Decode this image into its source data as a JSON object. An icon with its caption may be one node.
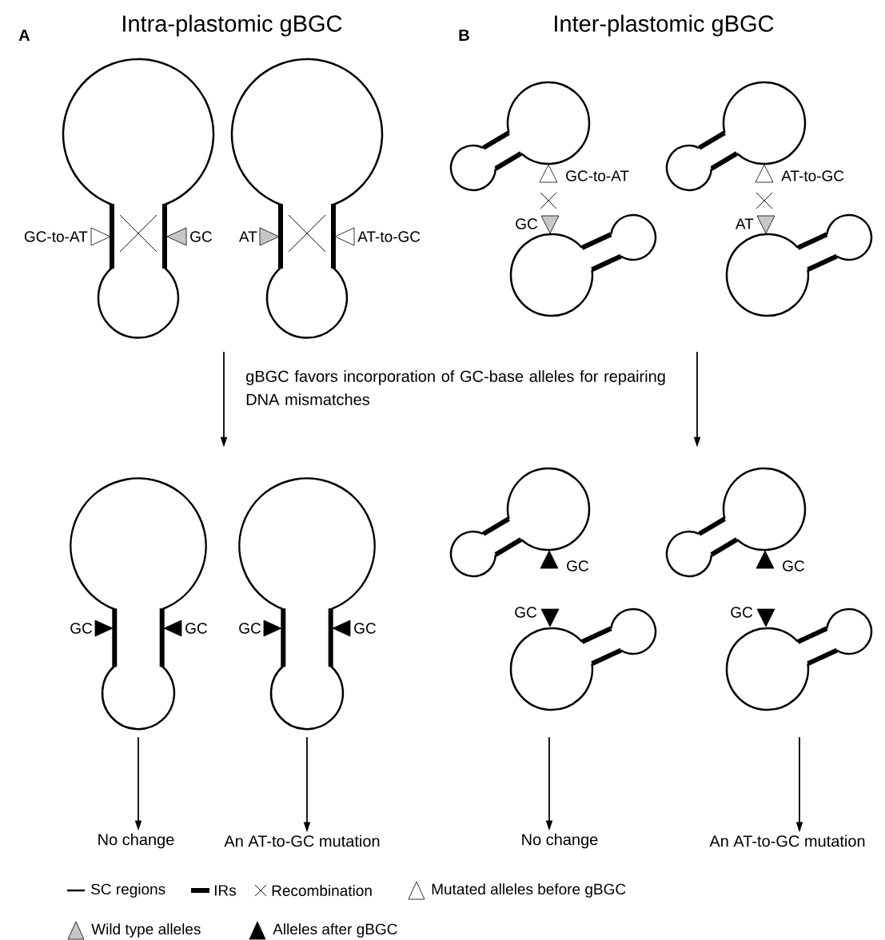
{
  "diagram": {
    "nodes": [
      {
        "text": [],
        "shape": "picture"
      },
      {
        "text": [],
        "shape": "picture"
      },
      {
        "text": [],
        "shape": "picture"
      },
      {
        "text": [],
        "shape": "picture"
      },
      {
        "text": [
          "No change"
        ]
      },
      {
        "text": [
          "An AT-to-GC mutation"
        ]
      },
      {
        "text": [
          "No change"
        ]
      },
      {
        "text": [
          "An AT-to-GC mutation"
        ]
      }
    ],
    "edges": [
      {
        "from": 0,
        "to": 1,
        "arrow": "to"
      },
      {
        "from": 1,
        "to": 4,
        "arrow": "to"
      },
      {
        "from": 1,
        "to": 5,
        "arrow": "to"
      },
      {
        "from": 2,
        "to": 3,
        "arrow": "to"
      },
      {
        "from": 3,
        "to": 6,
        "arrow": "to"
      },
      {
        "from": 3,
        "to": 7,
        "arrow": "to"
      }
    ],
    "labels": [
      "A",
      "Intra-plastomic gBGC",
      "B",
      "Inter-plastomic gBGC",
      "GC-to-AT",
      "GC",
      "AT",
      "AT-to-GC",
      "GC-to-AT",
      "GC",
      "AT-to-GC",
      "AT",
      "gBGC favors incorporation of GC-base alleles for repairing DNA mismatches",
      "GC",
      "GC",
      "GC",
      "GC",
      "GC",
      "GC",
      "GC",
      "GC"
    ],
    "legend": [
      {
        "text": "SC regions"
      },
      {
        "text": "IRs"
      },
      {
        "text": "Recombination"
      },
      {
        "text": "Mutated alleles before gBGC"
      },
      {
        "text": "Wild type alleles"
      },
      {
        "text": "Alleles after gBGC"
      }
    ]
  }
}
